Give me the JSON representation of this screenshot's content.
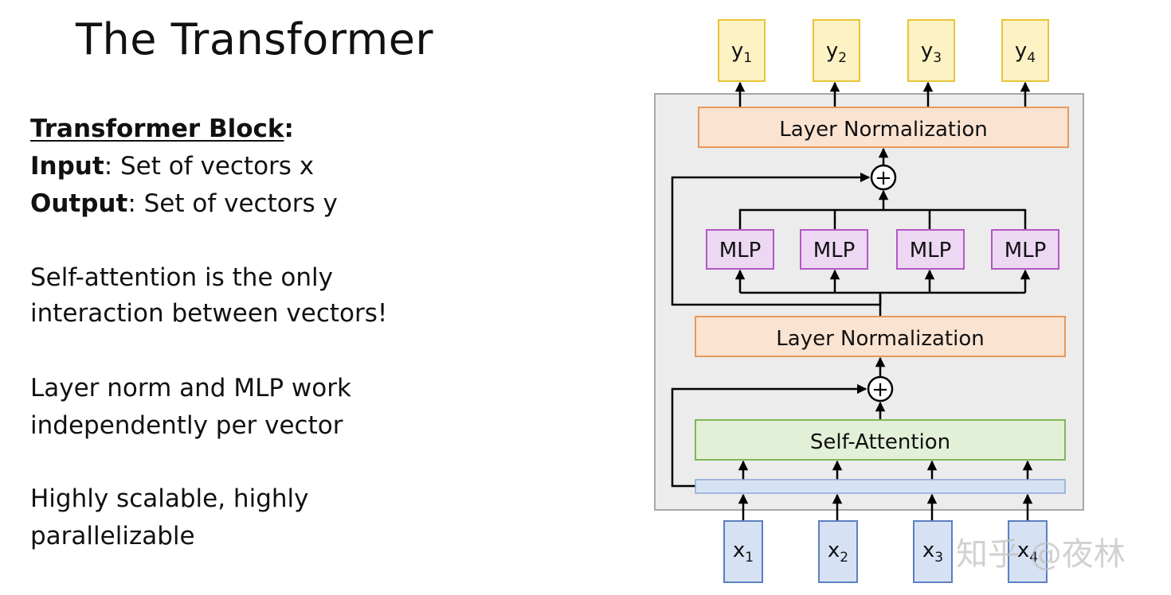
{
  "title": "The Transformer",
  "left": {
    "block_heading": "Transformer Block",
    "block_colon": ":",
    "input_label": "Input",
    "input_text": ": Set of vectors x",
    "output_label": "Output",
    "output_text": ": Set of vectors y",
    "para1_line1": "Self-attention is the only",
    "para1_line2": "interaction between vectors!",
    "para2_line1": "Layer norm and MLP work",
    "para2_line2": "independently per vector",
    "para3_line1": "Highly scalable, highly",
    "para3_line2": "parallelizable"
  },
  "diagram": {
    "outputs": [
      {
        "base": "y",
        "sub": "1"
      },
      {
        "base": "y",
        "sub": "2"
      },
      {
        "base": "y",
        "sub": "3"
      },
      {
        "base": "y",
        "sub": "4"
      }
    ],
    "inputs": [
      {
        "base": "x",
        "sub": "1"
      },
      {
        "base": "x",
        "sub": "2"
      },
      {
        "base": "x",
        "sub": "3"
      },
      {
        "base": "x",
        "sub": "4"
      }
    ],
    "layer_norm_top": "Layer Normalization",
    "layer_norm_bottom": "Layer Normalization",
    "self_attention": "Self-Attention",
    "mlp_labels": [
      "MLP",
      "MLP",
      "MLP",
      "MLP"
    ],
    "plus_symbol": "+",
    "colors": {
      "output_fill": "#fdf2c4",
      "output_stroke": "#e8c43a",
      "input_fill": "#d6e2f3",
      "input_stroke": "#5b7fc0",
      "norm_fill": "#fbe3d1",
      "norm_stroke": "#e8985a",
      "attn_fill": "#e3f0d8",
      "attn_stroke": "#7db855",
      "mlp_fill": "#ecd8f2",
      "mlp_stroke": "#b456c8",
      "block_fill": "#ececec",
      "block_stroke": "#a8a8a8"
    }
  },
  "watermark": "知乎 @夜林"
}
